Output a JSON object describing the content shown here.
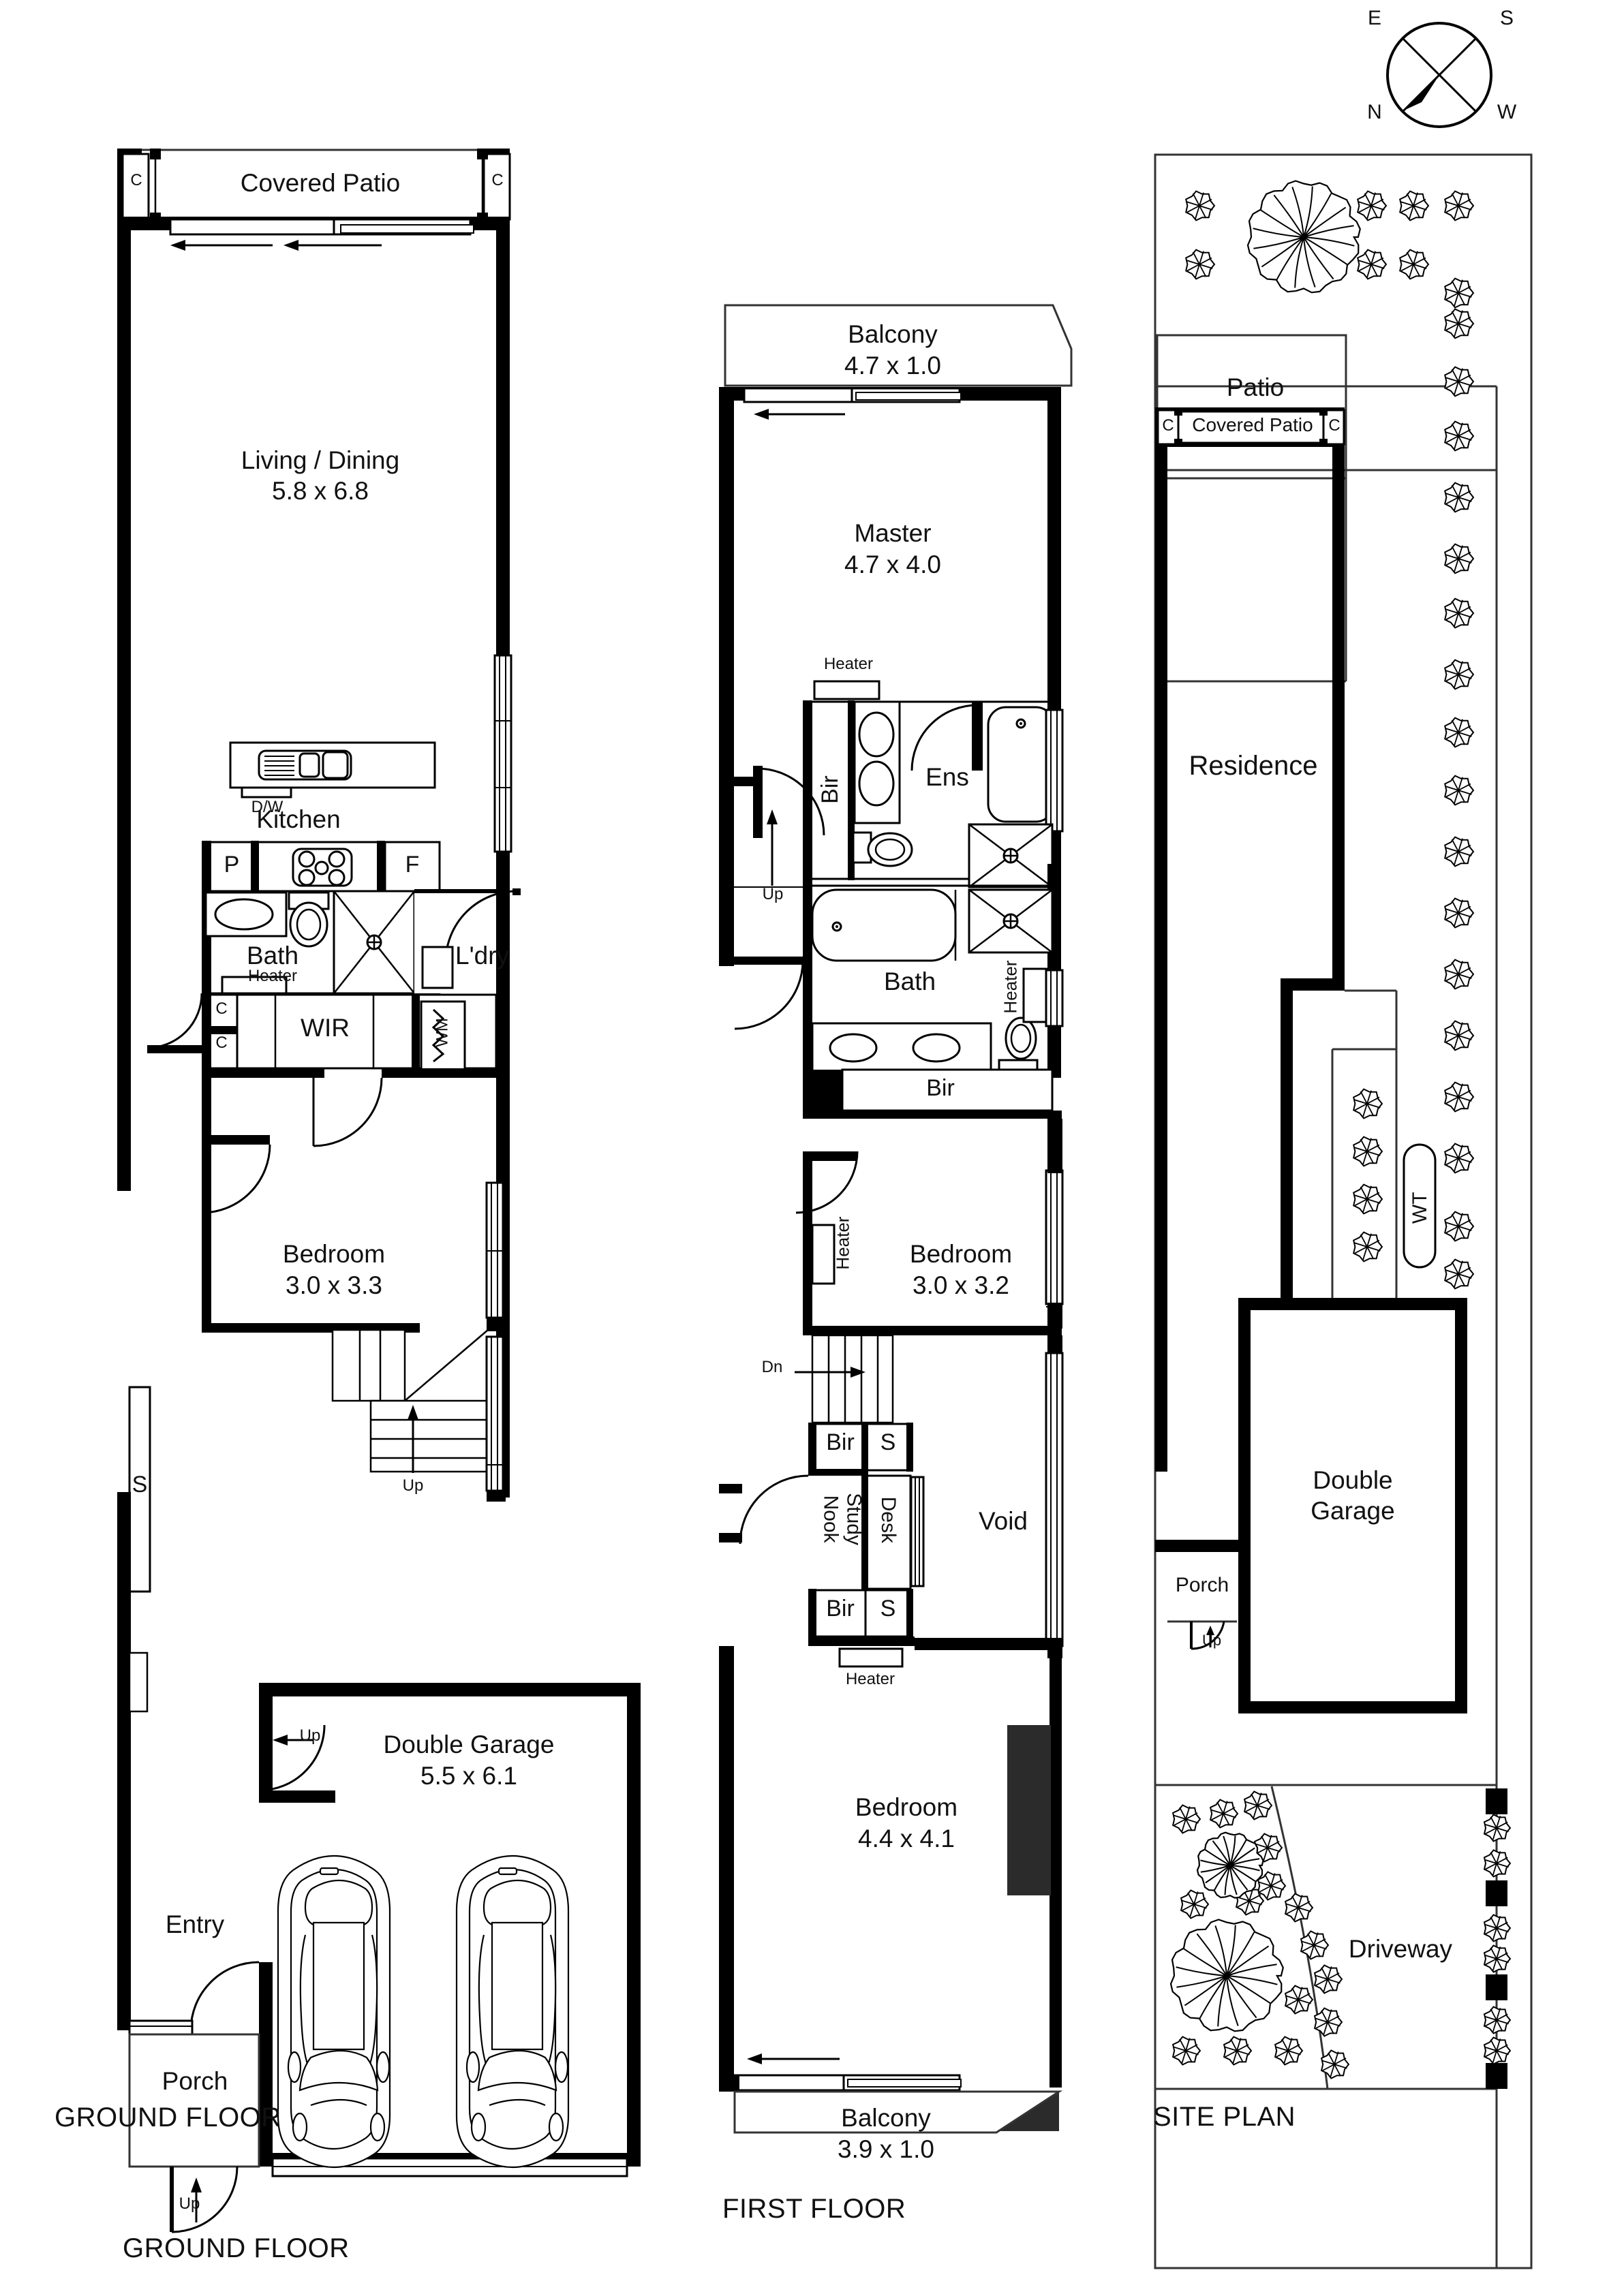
{
  "document": {
    "type": "architectural-floor-plan",
    "sheets": [
      "GROUND FLOOR",
      "FIRST FLOOR",
      "SITE PLAN"
    ]
  },
  "compass": {
    "name": "compass-rose",
    "labels": {
      "top_left": "E",
      "top_right": "S",
      "bottom_left": "N",
      "bottom_right": "W"
    }
  },
  "ground_floor": {
    "title": "GROUND FLOOR",
    "rooms": [
      {
        "name": "Covered Patio",
        "dims": ""
      },
      {
        "name": "Living / Dining",
        "dims": "5.8 x 6.8"
      },
      {
        "name": "Kitchen",
        "dims": ""
      },
      {
        "name": "Bath",
        "dims": ""
      },
      {
        "name": "WIR",
        "dims": ""
      },
      {
        "name": "L'dry",
        "dims": ""
      },
      {
        "name": "Bedroom",
        "dims": "3.0 x 3.3"
      },
      {
        "name": "Double Garage",
        "dims": "5.5 x 6.1"
      },
      {
        "name": "Entry",
        "dims": ""
      },
      {
        "name": "Porch",
        "dims": ""
      }
    ],
    "annotations": {
      "closet_left": "C",
      "closet_right": "C",
      "pantry": "P",
      "fridge": "F",
      "dishwasher": "D/W",
      "heater": "Heater",
      "washing_machine": "WM",
      "wir_closet_1": "C",
      "wir_closet_2": "C",
      "storage": "S",
      "stair_up": "Up",
      "garage_up": "Up",
      "porch_up": "Up"
    }
  },
  "first_floor": {
    "title": "FIRST FLOOR",
    "rooms": [
      {
        "name": "Balcony",
        "dims": "4.7 x 1.0"
      },
      {
        "name": "Master",
        "dims": "4.7 x 4.0"
      },
      {
        "name": "Ens",
        "dims": ""
      },
      {
        "name": "Bath",
        "dims": ""
      },
      {
        "name": "Bedroom",
        "dims": "3.0 x 3.2"
      },
      {
        "name": "Bedroom",
        "dims": "4.4 x 4.1"
      },
      {
        "name": "Void",
        "dims": ""
      },
      {
        "name": "Study Nook",
        "dims": ""
      },
      {
        "name": "Balcony",
        "dims": "3.9 x 1.0"
      }
    ],
    "annotations": {
      "heater_ens": "Heater",
      "heater_bath": "Heater",
      "heater_bedroom": "Heater",
      "heater_bedroom_lower": "Heater",
      "bir_ens": "Bir",
      "bir_bath": "Bir",
      "bir_study_top": "Bir",
      "bir_study_bottom": "Bir",
      "shelf_top": "S",
      "shelf_bottom": "S",
      "desk": "Desk",
      "study_nook": "Study\nNook",
      "stair_up": "Up",
      "stair_down": "Dn"
    }
  },
  "site_plan": {
    "title": "SITE PLAN",
    "labels": {
      "residence": "Residence",
      "patio": "Patio",
      "covered_patio": "Covered Patio",
      "covered_patio_left_col": "C",
      "covered_patio_right_col": "C",
      "double_garage": "Double\nGarage",
      "porch": "Porch",
      "porch_up": "Up",
      "driveway": "Driveway",
      "water_tank": "WT"
    }
  },
  "colors": {
    "wall": "#000000",
    "thin_line": "#1a1a1a",
    "text": "#111111",
    "background": "#ffffff"
  }
}
